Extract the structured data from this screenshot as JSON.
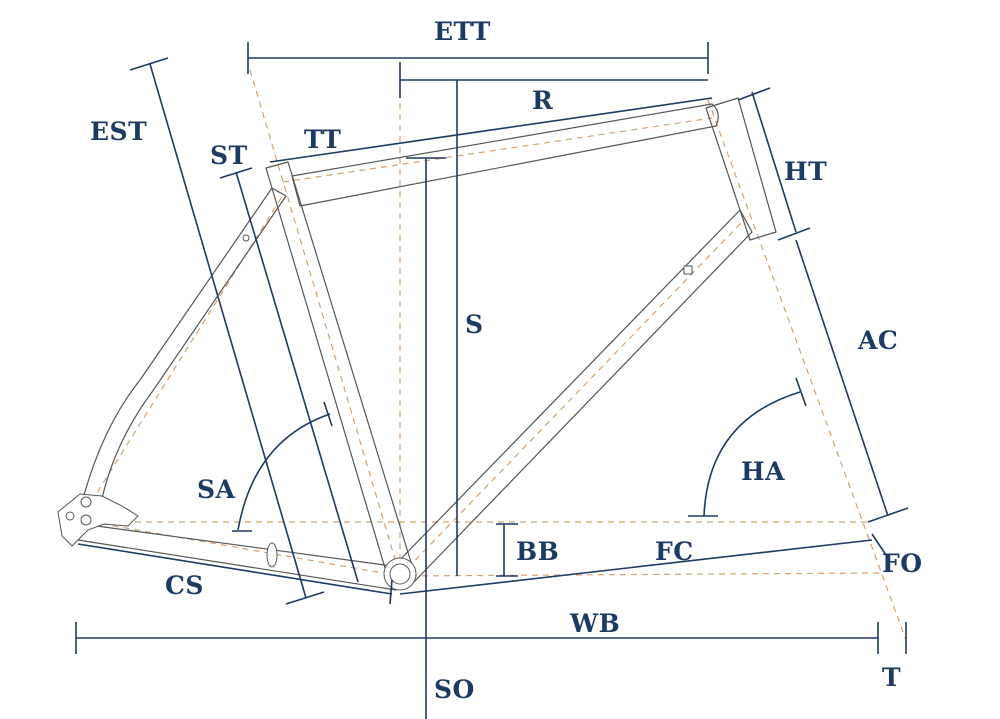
{
  "labels": {
    "ett": "ETT",
    "r": "R",
    "est": "EST",
    "tt": "TT",
    "st": "ST",
    "ht": "HT",
    "s": "S",
    "ac": "AC",
    "ha": "HA",
    "sa": "SA",
    "bb": "BB",
    "fc": "FC",
    "fo": "FO",
    "cs": "CS",
    "wb": "WB",
    "so": "SO",
    "t": "T"
  },
  "colors": {
    "dimension": "#1d3a63",
    "tube_outline": "#555555",
    "centerline": "#d9a06b"
  }
}
